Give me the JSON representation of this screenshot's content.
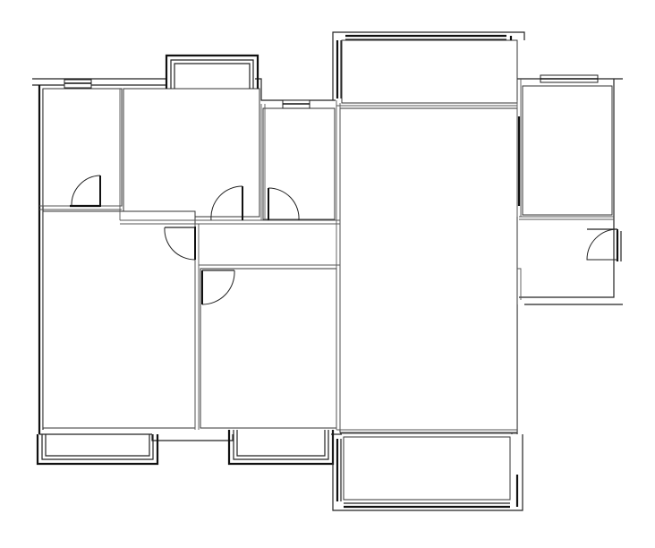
{
  "plan": {
    "type": "floor-plan",
    "colors": {
      "background": "#ffffff",
      "line": "#222222"
    },
    "rooms": [
      {
        "id": "room-top-left"
      },
      {
        "id": "room-top-center-left"
      },
      {
        "id": "room-small-center"
      },
      {
        "id": "room-top-bay-right"
      },
      {
        "id": "room-right-small"
      },
      {
        "id": "room-living-large"
      },
      {
        "id": "room-bottom-left"
      },
      {
        "id": "room-bottom-center"
      },
      {
        "id": "room-bottom-balcony"
      }
    ],
    "door_count": 6,
    "window_count": 8
  }
}
